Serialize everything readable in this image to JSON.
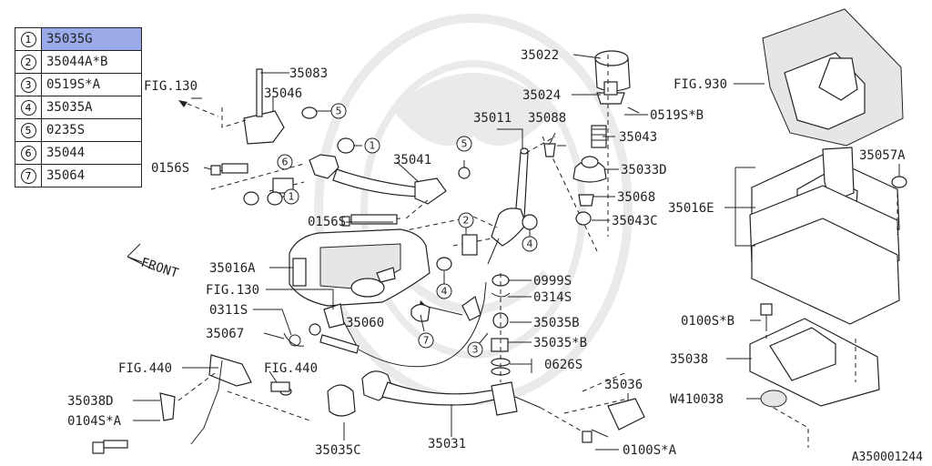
{
  "legend": [
    {
      "num": "1",
      "code": "35035G",
      "highlighted": true
    },
    {
      "num": "2",
      "code": "35044A*B"
    },
    {
      "num": "3",
      "code": "0519S*A"
    },
    {
      "num": "4",
      "code": "35035A"
    },
    {
      "num": "5",
      "code": "0235S"
    },
    {
      "num": "6",
      "code": "35044"
    },
    {
      "num": "7",
      "code": "35064"
    }
  ],
  "labels": {
    "p35083": "35083",
    "fig130_top": "FIG.130",
    "p35046": "35046",
    "p0156s_left": "0156S",
    "p35041": "35041",
    "p0156s_mid": "0156S",
    "p35011": "35011",
    "p35088": "35088",
    "p35022": "35022",
    "p35024": "35024",
    "p0519sb": "0519S*B",
    "p35043": "35043",
    "p35033d": "35033D",
    "p35068": "35068",
    "p35043c": "35043C",
    "fig930": "FIG.930",
    "p35057a": "35057A",
    "p35016e": "35016E",
    "front": "FRONT",
    "p35016a": "35016A",
    "fig130_mid": "FIG.130",
    "p0311s": "0311S",
    "p35060": "35060",
    "p35067": "35067",
    "fig440_left": "FIG.440",
    "fig440_mid": "FIG.440",
    "p35038d": "35038D",
    "p0104sa": "0104S*A",
    "p0999s": "0999S",
    "p0314s": "0314S",
    "p35035b": "35035B",
    "p35035sb": "35035*B",
    "p0626s": "0626S",
    "p35036": "35036",
    "p35035c": "35035C",
    "p35031": "35031",
    "p0100sa": "0100S*A",
    "p0100sb": "0100S*B",
    "p35038": "35038",
    "pw410038": "W410038"
  },
  "callouts": {
    "c1a": "1",
    "c1b": "1",
    "c2": "2",
    "c3": "3",
    "c4a": "4",
    "c4b": "4",
    "c5a": "5",
    "c5b": "5",
    "c6": "6",
    "c7": "7"
  },
  "ref_code": "A350001244"
}
